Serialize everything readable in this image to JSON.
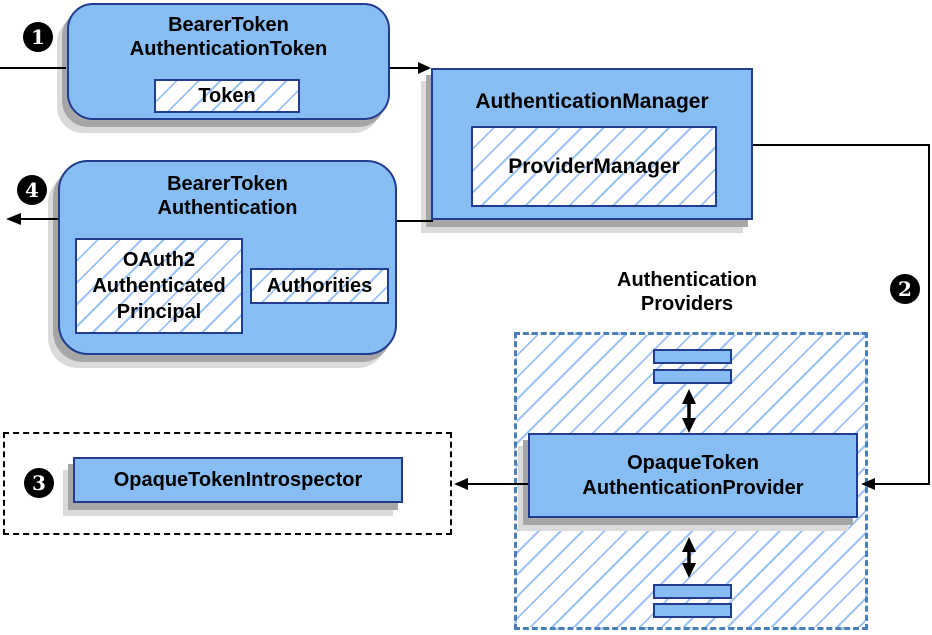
{
  "nodes": {
    "bearer_token_authentication_token": {
      "title_line1": "BearerToken",
      "title_line2": "AuthenticationToken",
      "token": "Token"
    },
    "authentication_manager": {
      "title": "AuthenticationManager",
      "provider_manager": "ProviderManager"
    },
    "bearer_token_authentication": {
      "title_line1": "BearerToken",
      "title_line2": "Authentication",
      "principal_line1": "OAuth2",
      "principal_line2": "Authenticated",
      "principal_line3": "Principal",
      "authorities": "Authorities"
    },
    "opaque_token_introspector": {
      "title": "OpaqueTokenIntrospector"
    },
    "authentication_providers": {
      "label_line1": "Authentication",
      "label_line2": "Providers",
      "provider_title_line1": "OpaqueToken",
      "provider_title_line2": "AuthenticationProvider"
    }
  },
  "badges": {
    "step1": "1",
    "step2": "2",
    "step3": "3",
    "step4": "4"
  },
  "colors": {
    "node_fill": "#87BDF2",
    "node_border": "#223C8F",
    "hatch_line": "#9DC3F5",
    "providers_container_border": "#4A7EBB",
    "introspector_container_border": "#000000",
    "shadow_dark": "#A6A6A6",
    "shadow_light": "#DADADA",
    "connector": "#000000"
  }
}
